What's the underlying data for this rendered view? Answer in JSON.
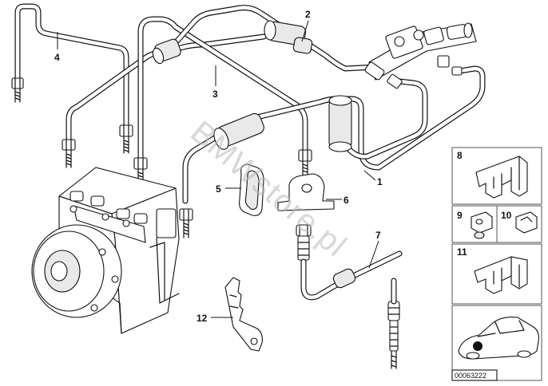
{
  "diagram": {
    "callouts": {
      "c1": "1",
      "c2": "2",
      "c3": "3",
      "c4": "4",
      "c5": "5",
      "c6": "6",
      "c7": "7",
      "c12": "12"
    },
    "panel_labels": {
      "p8": "8",
      "p9": "9",
      "p10": "10",
      "p11": "11"
    },
    "watermark": "BMWstore.pl",
    "catalog_code": "00063222"
  }
}
